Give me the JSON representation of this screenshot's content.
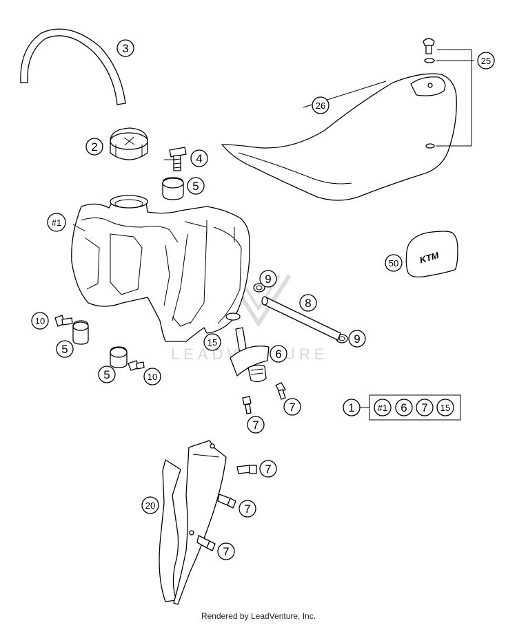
{
  "callouts": {
    "c3": "3",
    "c2": "2",
    "c4": "4",
    "c5a": "5",
    "c25": "25",
    "c26": "26",
    "c1tank": "#1",
    "c9a": "9",
    "c8": "8",
    "c9b": "9",
    "c50": "50",
    "c10a": "10",
    "c5b": "5",
    "c15": "15",
    "c6": "6",
    "c5c": "5",
    "c10b": "10",
    "c7a": "7",
    "c7b": "7",
    "c1": "1",
    "k1": "#1",
    "k6": "6",
    "k7": "7",
    "k15": "15",
    "c7c": "7",
    "c20": "20",
    "c7d": "7",
    "c7e": "7"
  },
  "logo_text": "KTM",
  "watermark": "LEADVENTURE",
  "footer": "Rendered by LeadVenture, Inc."
}
